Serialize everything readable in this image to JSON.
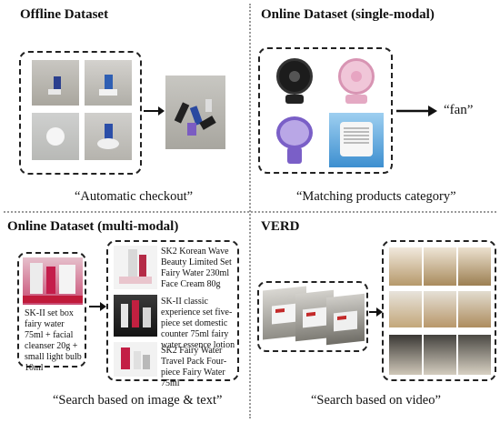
{
  "panels": {
    "offline": {
      "title": "Offline Dataset",
      "caption": "“Automatic checkout”"
    },
    "online_single": {
      "title": "Online Dataset (single-modal)",
      "output_label": "“fan”",
      "caption": "“Matching products category”"
    },
    "online_multi": {
      "title": "Online Dataset (multi-modal)",
      "query_text": "SK-II set box fairy water 75ml + facial cleanser 20g + small light bulb 10ml",
      "results": [
        {
          "text": "SK2 Korean Wave Beauty Limited Set Fairy Water 230ml Face Cream 80g"
        },
        {
          "text": "SK-II classic experience set five-piece set domestic counter 75ml fairy water essence lotion"
        },
        {
          "text": "SK2 Fairy Water Travel Pack Four-piece Fairy Water 75ml"
        }
      ],
      "caption": "“Search based on image & text”"
    },
    "verd": {
      "title": "VERD",
      "caption": "“Search based on video”"
    }
  },
  "colors": {
    "divider": "#9a9a9a",
    "dashed_border": "#222222",
    "arrow": "#111111"
  }
}
